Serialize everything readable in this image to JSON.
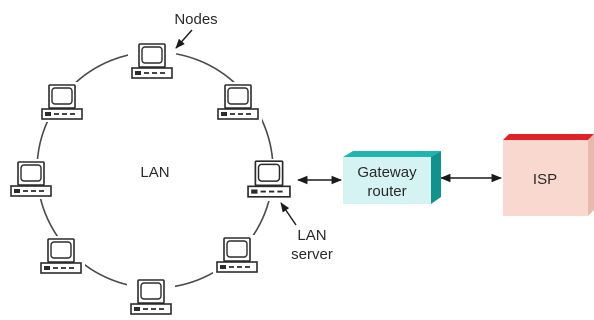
{
  "labels": {
    "nodes": "Nodes",
    "lan": "LAN",
    "lan_server_line1": "LAN",
    "lan_server_line2": "server",
    "gateway_line1": "Gateway",
    "gateway_line2": "router",
    "isp": "ISP"
  },
  "colors": {
    "ring": "#4a4a4a",
    "computer_stroke": "#2b2b2b",
    "gateway_front": "#d6f3f3",
    "gateway_top": "#1fb5b0",
    "gateway_side": "#13918d",
    "isp_front": "#f9d8cf",
    "isp_top": "#e2202a",
    "isp_side": "#e8b9ad",
    "arrow": "#1a1a1a",
    "text": "#2a2a2a"
  },
  "nodes": [
    {
      "id": "node-top",
      "icon": "computer-icon"
    },
    {
      "id": "node-upper-right",
      "icon": "computer-icon"
    },
    {
      "id": "node-right-server",
      "icon": "computer-icon"
    },
    {
      "id": "node-lower-right",
      "icon": "computer-icon"
    },
    {
      "id": "node-bottom",
      "icon": "computer-icon"
    },
    {
      "id": "node-lower-left",
      "icon": "computer-icon"
    },
    {
      "id": "node-left",
      "icon": "computer-icon"
    },
    {
      "id": "node-upper-left",
      "icon": "computer-icon"
    }
  ]
}
